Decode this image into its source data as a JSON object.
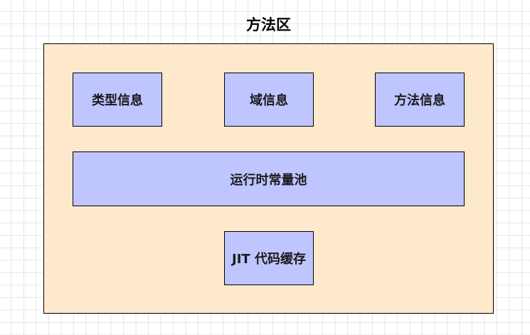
{
  "title": "方法区",
  "colors": {
    "container_fill": "#ffe9cc",
    "box_fill": "#bfc5ff",
    "border": "#000000"
  },
  "boxes": {
    "type_info": "类型信息",
    "field_info": "域信息",
    "method_info": "方法信息",
    "runtime_constant_pool": "运行时常量池",
    "jit_code_cache": "JIT 代码缓存"
  }
}
